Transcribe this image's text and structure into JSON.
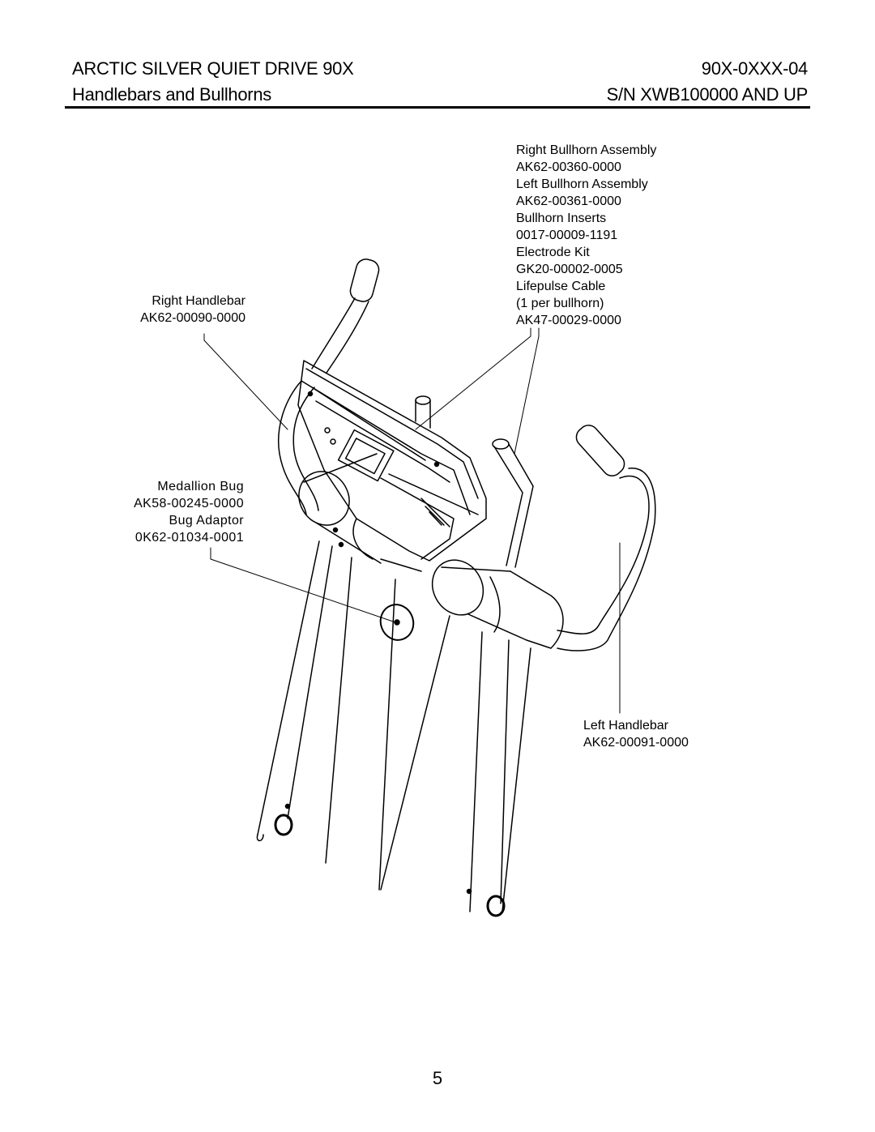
{
  "header": {
    "title": "ARCTIC SILVER QUIET DRIVE 90X",
    "subtitle": "Handlebars and Bullhorns",
    "doc_number": "90X-0XXX-04",
    "serial": "S/N XWB100000 AND UP"
  },
  "callouts": {
    "right_handlebar": {
      "name": "Right Handlebar",
      "part": "AK62-00090-0000"
    },
    "bullhorn_list": [
      "Right Bullhorn Assembly",
      "AK62-00360-0000",
      "Left Bullhorn Assembly",
      "AK62-00361-0000",
      "Bullhorn Inserts",
      "0017-00009-1191",
      "Electrode Kit",
      "GK20-00002-0005",
      "Lifepulse Cable",
      "(1 per bullhorn)",
      "AK47-00029-0000"
    ],
    "medallion": {
      "name": "Medallion Bug",
      "part": "AK58-00245-0000",
      "adaptor_name": "Bug Adaptor",
      "adaptor_part": "0K62-01034-0001"
    },
    "left_handlebar": {
      "name": "Left Handlebar",
      "part": "AK62-00091-0000"
    }
  },
  "page_number": "5"
}
